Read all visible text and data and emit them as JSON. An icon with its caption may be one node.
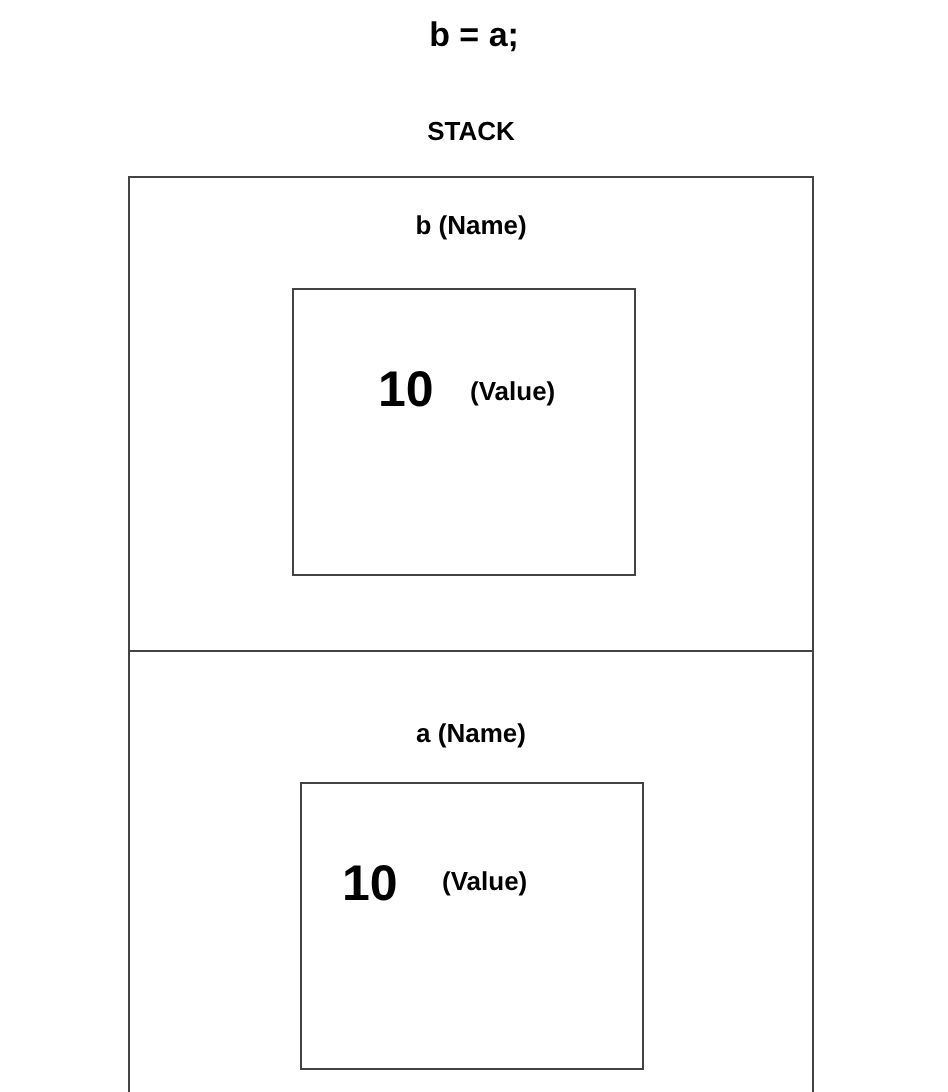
{
  "diagram": {
    "title": "b = a;",
    "nodes": [
      {
        "text": [
          "STACK"
        ]
      },
      {
        "text": [
          "b (Name)"
        ],
        "in": 0
      },
      {
        "text": [
          "10",
          "(Value)"
        ],
        "in": 1
      },
      {
        "text": [
          "a (Name)"
        ],
        "in": 0
      },
      {
        "text": [
          "10",
          "(Value)"
        ],
        "in": 3
      }
    ]
  }
}
